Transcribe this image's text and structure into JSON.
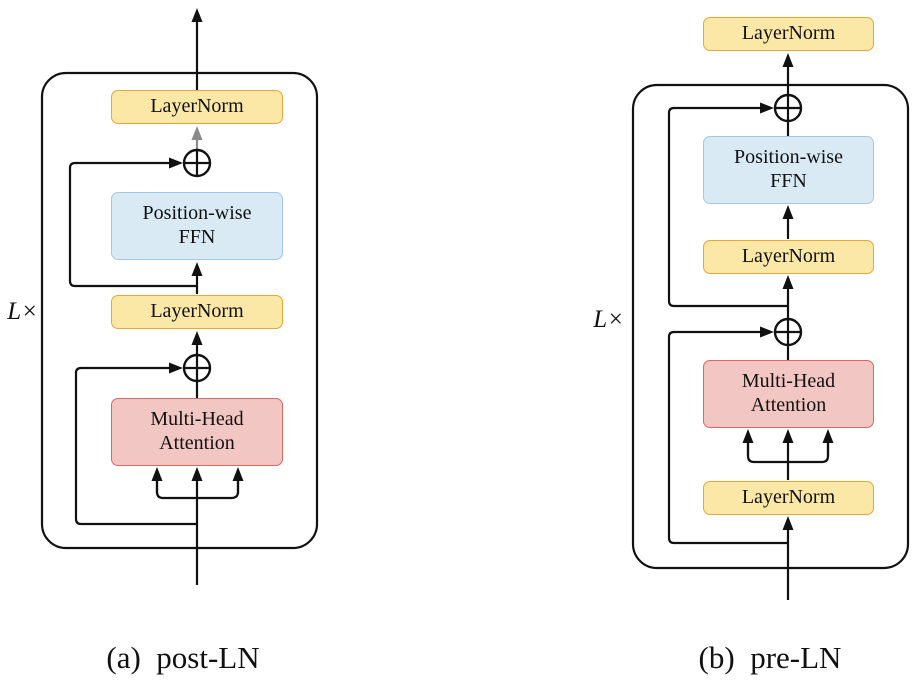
{
  "figure_type": "transformer-layernorm-architecture-comparison",
  "diagrams": {
    "post_ln": {
      "caption": "(a)  post-LN",
      "repeat_label": "L×",
      "boxes": {
        "layernorm_top": "LayerNorm",
        "ffn": "Position-wise\nFFN",
        "layernorm_mid": "LayerNorm",
        "attention": "Multi-Head\nAttention"
      }
    },
    "pre_ln": {
      "caption": "(b)  pre-LN",
      "repeat_label": "L×",
      "boxes": {
        "layernorm_top": "LayerNorm",
        "ffn": "Position-wise\nFFN",
        "layernorm_mid": "LayerNorm",
        "attention": "Multi-Head\nAttention",
        "layernorm_bottom": "LayerNorm"
      }
    }
  },
  "icons": {
    "add_operator": "circled-plus"
  },
  "colors": {
    "background": "#FFFFFF",
    "layernorm_fill": "#FBE7A6",
    "layernorm_border": "#E9A63C",
    "ffn_fill": "#D9EAF5",
    "ffn_border": "#A4C8E1",
    "attention_fill": "#F2C6C2",
    "attention_border": "#DC6662",
    "line": "#111111",
    "gray_arrow": "#8A8A8A"
  }
}
